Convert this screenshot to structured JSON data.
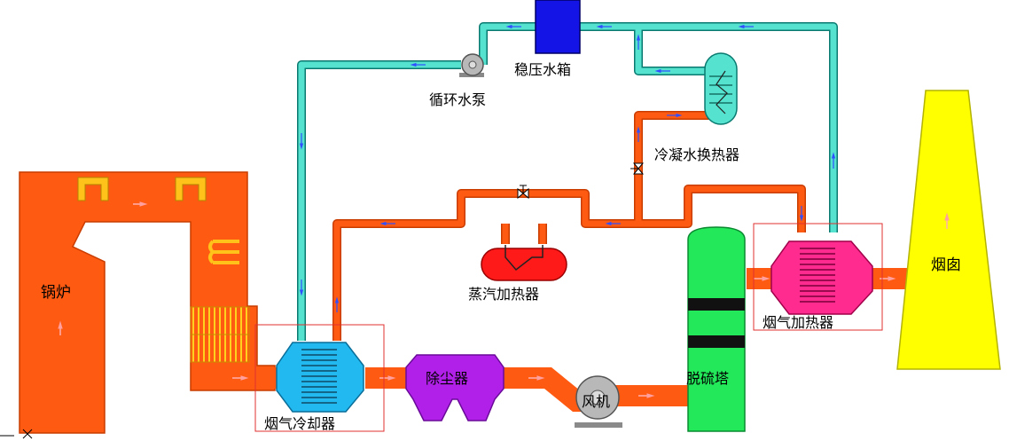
{
  "labels": {
    "boiler": "锅炉",
    "flue_cooler": "烟气冷却器",
    "dust_collector": "除尘器",
    "fan": "风机",
    "desulfurization_tower": "脱硫塔",
    "flue_heater": "烟气加热器",
    "chimney": "烟囱",
    "steam_heater": "蒸汽加热器",
    "condensate_exchanger": "冷凝水换热器",
    "pressure_tank": "稳压水箱",
    "circulation_pump": "循环水泵"
  },
  "colors": {
    "boiler": "#ff5a12",
    "flue_duct": "#ff5a12",
    "hot_water_pipe": "#ff5a12",
    "cold_water_pipe": "#55e3d0",
    "flue_cooler": "#22b8f0",
    "dust_collector": "#b020e8",
    "desulfurization_tower": "#22e85a",
    "flue_heater": "#ff2b8f",
    "chimney": "#ffff00",
    "steam_heater": "#ff1a1a",
    "pressure_tank": "#1414e6",
    "condensate_exchanger": "#55e3d0",
    "highlight_box": "#e03030"
  }
}
